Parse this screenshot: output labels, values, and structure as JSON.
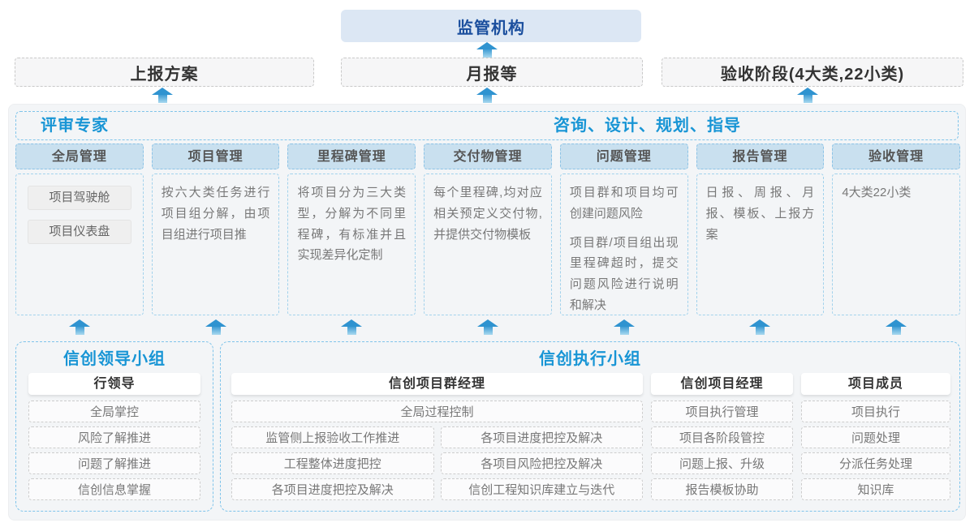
{
  "colors": {
    "accent_blue": "#1895d5",
    "regulator_navy": "#1b4f9e",
    "arrow_blue": "#2f93d0",
    "column_header_fill": "#c9e0ef",
    "panel_background": "#f3f5f7",
    "regulator_fill": "#dce7f4"
  },
  "top": {
    "regulator_label": "监管机构",
    "outputs": [
      {
        "label": "上报方案"
      },
      {
        "label": "月报等"
      },
      {
        "label": "验收阶段(4大类,22小类)"
      }
    ]
  },
  "main": {
    "experts_label": "评审专家",
    "consult_label": "咨询、设计、规划、指导",
    "columns": [
      {
        "title": "全局管理",
        "boxes": [
          "项目驾驶舱",
          "项目仪表盘"
        ]
      },
      {
        "title": "项目管理",
        "paragraphs": [
          "按六大类任务进行项目组分解，由项目组进行项目推"
        ]
      },
      {
        "title": "里程碑管理",
        "paragraphs": [
          "将项目分为三大类型，分解为不同里程碑，有标准并且实现差异化定制"
        ]
      },
      {
        "title": "交付物管理",
        "paragraphs": [
          "每个里程碑,均对应相关预定义交付物,并提供交付物模板"
        ]
      },
      {
        "title": "问题管理",
        "paragraphs": [
          "项目群和项目均可创建问题风险",
          "项目群/项目组出现里程碑超时，提交问题风险进行说明和解决"
        ]
      },
      {
        "title": "报告管理",
        "paragraphs": [
          "日报、周报、月报、模板、上报方案"
        ]
      },
      {
        "title": "验收管理",
        "paragraphs": [
          "4大类22小类"
        ]
      }
    ]
  },
  "bottom": {
    "leader_group": {
      "title": "信创领导小组",
      "role": "行领导",
      "items": [
        "全局掌控",
        "风险了解推进",
        "问题了解推进",
        "信创信息掌握"
      ]
    },
    "exec_group": {
      "title": "信创执行小组",
      "group_manager": {
        "title": "信创项目群经理",
        "full_item": "全局过程控制",
        "left_items": [
          "监管侧上报验收工作推进",
          "工程整体进度把控",
          "各项目进度把控及解决"
        ],
        "right_items": [
          "各项目进度把控及解决",
          "各项目风险把控及解决",
          "信创工程知识库建立与迭代"
        ]
      },
      "project_manager": {
        "title": "信创项目经理",
        "items": [
          "项目执行管理",
          "项目各阶段管控",
          "问题上报、升级",
          "报告模板协助"
        ]
      },
      "members": {
        "title": "项目成员",
        "items": [
          "项目执行",
          "问题处理",
          "分派任务处理",
          "知识库"
        ]
      }
    }
  }
}
